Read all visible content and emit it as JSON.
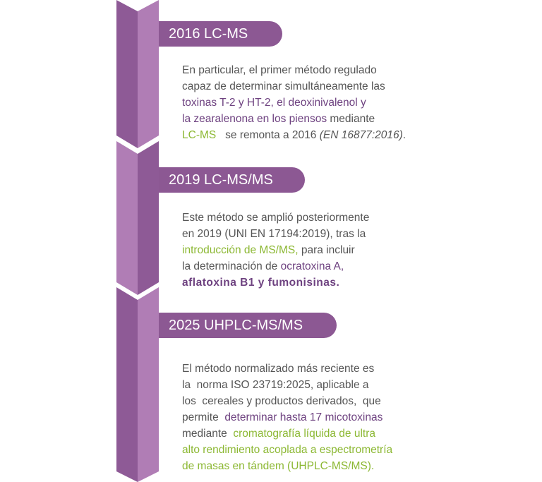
{
  "colors": {
    "dark": "#8e5a96",
    "light": "#b07db5",
    "text": "#555555",
    "purple": "#6e4280",
    "green": "#8cb833"
  },
  "items": [
    {
      "label": "2016 LC-MS",
      "lines": [
        [
          {
            "t": "En particular, el primer método regulado"
          }
        ],
        [
          {
            "t": "capaz de determinar simultáneamente las"
          }
        ],
        [
          {
            "t": "toxinas T-2 y HT-2, el deoxinivalenol y",
            "c": "p"
          }
        ],
        [
          {
            "t": "la zearalenona en los piensos",
            "c": "p"
          },
          {
            "t": " mediante"
          }
        ],
        [
          {
            "t": "LC-MS",
            "c": "g"
          },
          {
            "t": "   se remonta a 2016 "
          },
          {
            "t": "(EN 16877:2016)",
            "i": true
          },
          {
            "t": "."
          }
        ]
      ]
    },
    {
      "label": "2019 LC-MS/MS",
      "lines": [
        [
          {
            "t": "Este método se amplió posteriormente"
          }
        ],
        [
          {
            "t": "en 2019 (UNI EN 17194:2019), tras la"
          }
        ],
        [
          {
            "t": "introducción de MS/MS,",
            "c": "g"
          },
          {
            "t": " para incluir"
          }
        ],
        [
          {
            "t": "la determinación de "
          },
          {
            "t": "ocratoxina A,",
            "c": "p"
          }
        ],
        [
          {
            "t": "aflatoxina B1 y fumonisinas.",
            "c": "p b"
          }
        ]
      ]
    },
    {
      "label": "2025 UHPLC-MS/MS",
      "lines": [
        [
          {
            "t": "El método normalizado más reciente es"
          }
        ],
        [
          {
            "t": "la  norma ISO 23719:2025, aplicable a"
          }
        ],
        [
          {
            "t": "los  cereales y productos derivados,  que"
          }
        ],
        [
          {
            "t": "permite  "
          },
          {
            "t": "determinar hasta 17 micotoxinas",
            "c": "p"
          }
        ],
        [
          {
            "t": "mediante  "
          },
          {
            "t": "cromatografía líquida de ultra",
            "c": "g"
          }
        ],
        [
          {
            "t": "alto rendimiento acoplada a espectrometría",
            "c": "g"
          }
        ],
        [
          {
            "t": "de masas en tándem (UHPLC-MS/MS).",
            "c": "g"
          }
        ]
      ]
    }
  ]
}
